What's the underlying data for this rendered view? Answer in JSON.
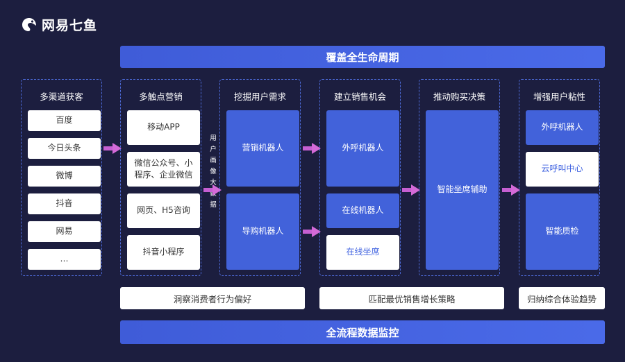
{
  "brand": {
    "name": "网易七鱼"
  },
  "banners": {
    "top": "覆盖全生命周期",
    "bottom": "全流程数据监控"
  },
  "columns": [
    {
      "title": "多渠道获客",
      "items": [
        "百度",
        "今日头条",
        "微博",
        "抖音",
        "网易",
        "…"
      ]
    },
    {
      "title": "多触点营销",
      "items": [
        "移动APP",
        "微信公众号、小程序、企业微信",
        "网页、H5咨询",
        "抖音小程序"
      ]
    },
    {
      "title": "挖掘用户需求",
      "items": [
        "营销机器人",
        "导购机器人"
      ]
    },
    {
      "title": "建立销售机会",
      "items": [
        "外呼机器人",
        "在线机器人",
        "在线坐席"
      ]
    },
    {
      "title": "推动购买决策",
      "items": [
        "智能坐席辅助"
      ]
    },
    {
      "title": "增强用户粘性",
      "items": [
        "外呼机器人",
        "云呼叫中心",
        "智能质检"
      ]
    }
  ],
  "side_label": "用户画像大数据",
  "insights": [
    "洞察消费者行为偏好",
    "匹配最优销售增长策略",
    "归纳综合体验趋势"
  ],
  "colors": {
    "background": "#1c1e3f",
    "accent": "#4262da",
    "arrow": "#d46ad8"
  }
}
